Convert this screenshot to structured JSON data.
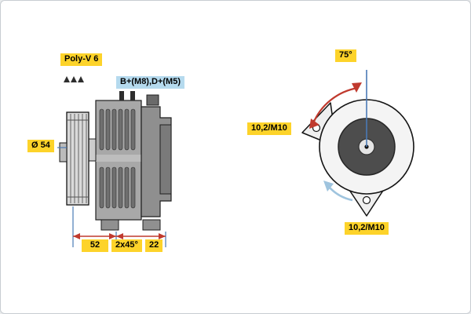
{
  "diagram": {
    "side_view": {
      "pulley_type": "Poly-V 6",
      "pulley_diameter": "Ø 54",
      "terminals": "B+(M8),D+(M5)",
      "dim_belt_plane": "52",
      "dim_chamfer": "2x45°",
      "dim_shaft": "22"
    },
    "front_view": {
      "mount_angle": "75°",
      "hole_left": "10,2/M10",
      "hole_bottom": "10,2/M10"
    },
    "colors": {
      "label_yellow": "#fdd32a",
      "label_blue": "#b5daee",
      "dimension_blue": "#4a7ab5",
      "dimension_red": "#c03a2e",
      "rotation_arrow_blue": "#9fc4de",
      "body_gray": "#a8a8a8",
      "rotor_dark": "#4d4d4d"
    }
  }
}
